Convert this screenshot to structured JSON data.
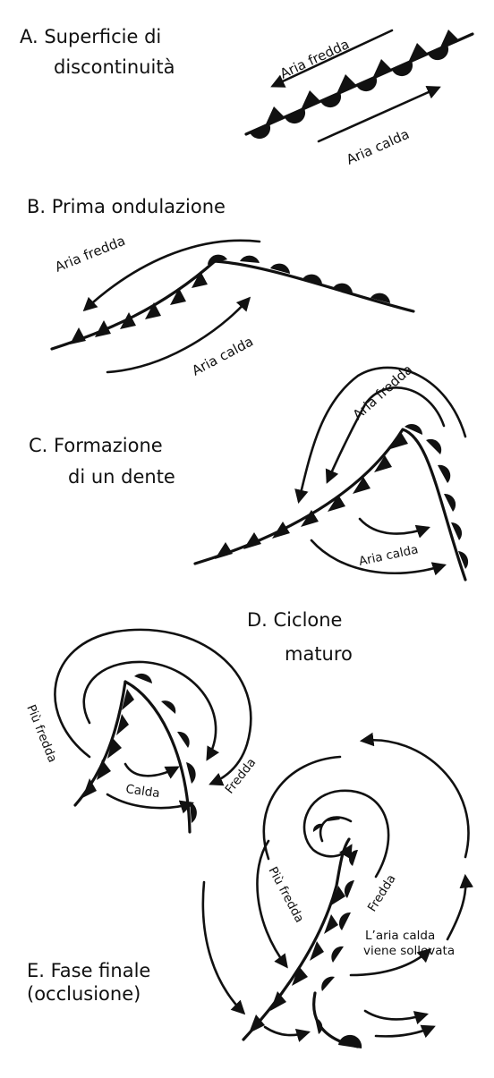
{
  "panels": {
    "a": {
      "title_line1": "A.  Superficie  di",
      "title_line2": "discontinuità",
      "cold_air": "Aria fredda",
      "warm_air": "Aria calda"
    },
    "b": {
      "title": "B.  Prima  ondulazione",
      "cold_air": "Aria fredda",
      "warm_air": "Aria calda"
    },
    "c": {
      "title_line1": "C.  Formazione",
      "title_line2": "di  un  dente",
      "cold_air": "Aria fredda",
      "warm_air": "Aria calda"
    },
    "d": {
      "title_line1": "D.  Ciclone",
      "title_line2": "maturo",
      "colder_air": "Più fredda",
      "warm_air": "Calda",
      "cold_air": "Fredda"
    },
    "e": {
      "title_line1": "E.  Fase  finale",
      "title_line2": "(occlusione)",
      "colder_air": "Più fredda",
      "cold_air": "Fredda",
      "warm_lifted_line1": "L’aria calda",
      "warm_lifted_line2": "viene sollevata"
    }
  },
  "colors": {
    "ink": "#111111",
    "background": "#ffffff"
  }
}
